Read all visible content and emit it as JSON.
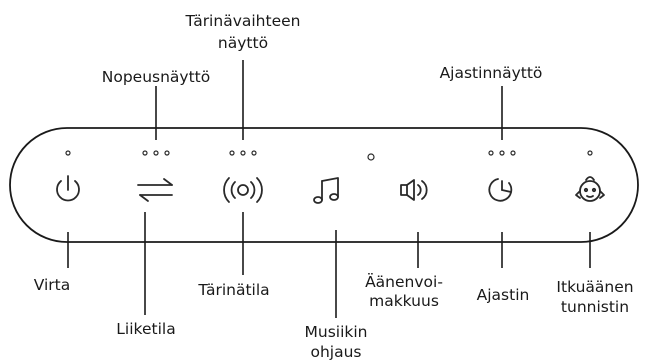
{
  "panel": {
    "buttons": [
      {
        "id": "power",
        "icon": "power-icon",
        "label": "Virta"
      },
      {
        "id": "motion",
        "icon": "motion-arrows-icon",
        "label": "Liiketila"
      },
      {
        "id": "vibration",
        "icon": "vibration-icon",
        "label": "Tärinätila"
      },
      {
        "id": "music",
        "icon": "music-note-icon",
        "label_lines": [
          "Musiikin",
          "ohjaus"
        ]
      },
      {
        "id": "volume",
        "icon": "speaker-icon",
        "label_lines": [
          "Äänenvoi-",
          "makkuus"
        ]
      },
      {
        "id": "timer",
        "icon": "timer-icon",
        "label": "Ajastin"
      },
      {
        "id": "cry",
        "icon": "baby-face-icon",
        "label_lines": [
          "Itkuäänen",
          "tunnistin"
        ]
      }
    ]
  },
  "top_labels": {
    "speed_display": "Nopeusnäyttö",
    "vibration_display": [
      "Tärinävaihteen",
      "näyttö"
    ],
    "timer_display": "Ajastinnäyttö"
  }
}
